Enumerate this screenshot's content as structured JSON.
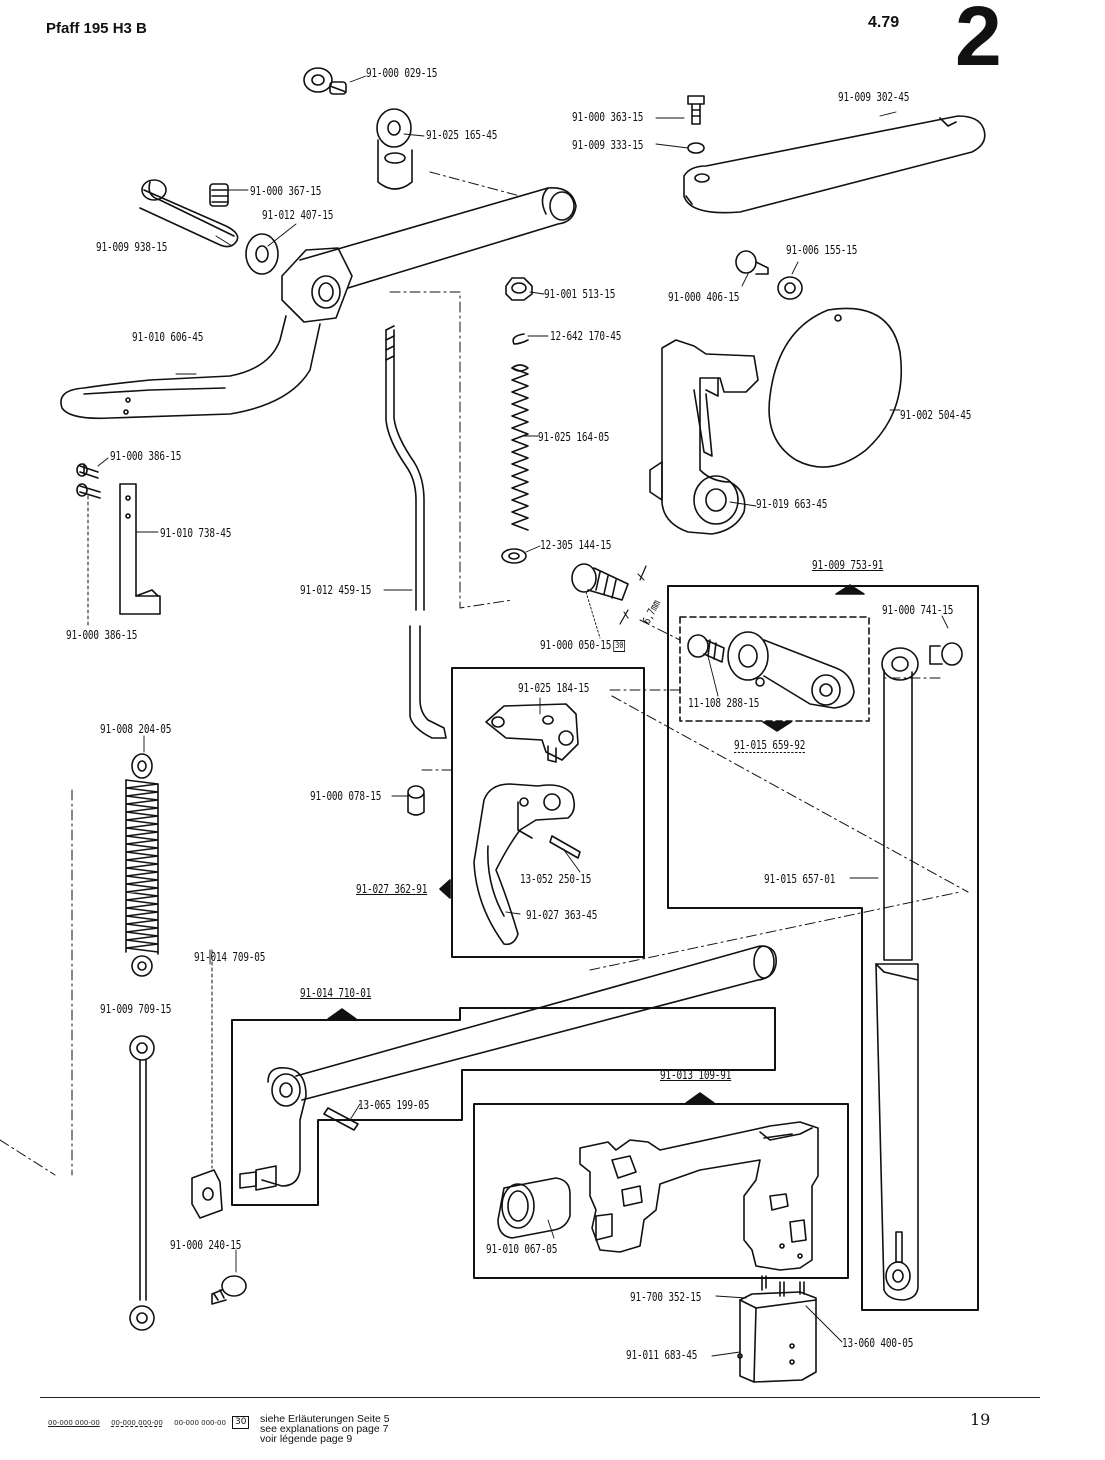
{
  "header": {
    "title": "Pfaff 195 H3 B",
    "date": "4.79",
    "section": "2"
  },
  "parts": [
    {
      "id": "p01",
      "label": "91-000 029-15"
    },
    {
      "id": "p02",
      "label": "91-025 165-45"
    },
    {
      "id": "p03",
      "label": "91-000 367-15"
    },
    {
      "id": "p04",
      "label": "91-012 407-15"
    },
    {
      "id": "p05",
      "label": "91-009 938-15"
    },
    {
      "id": "p06",
      "label": "91-010 606-45"
    },
    {
      "id": "p07",
      "label": "91-000 363-15"
    },
    {
      "id": "p08",
      "label": "91-009 333-15"
    },
    {
      "id": "p09",
      "label": "91-009 302-45"
    },
    {
      "id": "p10",
      "label": "91-001 513-15"
    },
    {
      "id": "p11",
      "label": "12-642 170-45"
    },
    {
      "id": "p12",
      "label": "91-025 164-05"
    },
    {
      "id": "p13",
      "label": "12-305 144-15"
    },
    {
      "id": "p14",
      "label": "91-006 155-15"
    },
    {
      "id": "p15",
      "label": "91-000 406-15"
    },
    {
      "id": "p16",
      "label": "91-002 504-45"
    },
    {
      "id": "p17",
      "label": "91-019 663-45"
    },
    {
      "id": "p18",
      "label": "91-000 386-15"
    },
    {
      "id": "p19",
      "label": "91-010 738-45"
    },
    {
      "id": "p20",
      "label": "91-000 386-15"
    },
    {
      "id": "p21",
      "label": "91-012 459-15"
    },
    {
      "id": "p22",
      "label": "91-000 050-15"
    },
    {
      "id": "p23",
      "label": "6,7mm"
    },
    {
      "id": "p24",
      "label": "91-009 753-91"
    },
    {
      "id": "p25",
      "label": "91-000 741-15"
    },
    {
      "id": "p26",
      "label": "11-108 288-15"
    },
    {
      "id": "p27",
      "label": "91-015 659-92"
    },
    {
      "id": "p28",
      "label": "91-025 184-15"
    },
    {
      "id": "p29",
      "label": "91-008 204-05"
    },
    {
      "id": "p30",
      "label": "91-000 078-15"
    },
    {
      "id": "p31",
      "label": "91-027 362-91"
    },
    {
      "id": "p32",
      "label": "13-052 250-15"
    },
    {
      "id": "p33",
      "label": "91-027 363-45"
    },
    {
      "id": "p34",
      "label": "91-015 657-01"
    },
    {
      "id": "p35",
      "label": "91-014 709-05"
    },
    {
      "id": "p36",
      "label": "91-014 710-01"
    },
    {
      "id": "p37",
      "label": "91-009 709-15"
    },
    {
      "id": "p38",
      "label": "13-065 199-05"
    },
    {
      "id": "p39",
      "label": "91-013 109-91"
    },
    {
      "id": "p40",
      "label": "91-010 067-05"
    },
    {
      "id": "p41",
      "label": "91-000 240-15"
    },
    {
      "id": "p42",
      "label": "91-700 352-15"
    },
    {
      "id": "p43",
      "label": "91-011 683-45"
    },
    {
      "id": "p44",
      "label": "13-060 400-05"
    }
  ],
  "ref_marker": "30",
  "footer": {
    "legend": [
      "00-000 000-00",
      "00-000 000-00",
      "00-000 000-00"
    ],
    "legend_box": "30",
    "notes": [
      "siehe Erläuterungen Seite 5",
      "see explanations on page 7",
      "voir légende page 9"
    ],
    "page_number": "19"
  }
}
